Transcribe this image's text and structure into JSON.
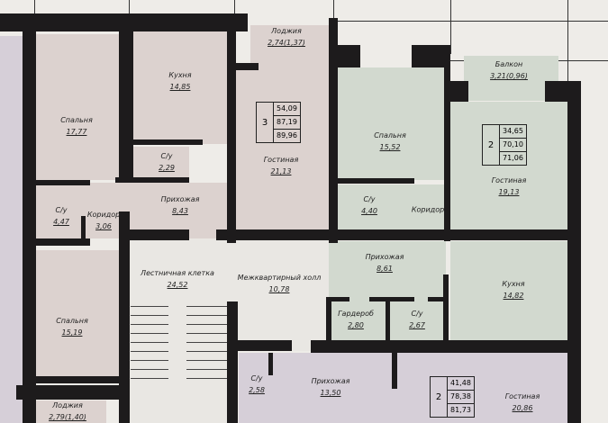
{
  "rooms": {
    "bedroom_a": {
      "name": "Спальня",
      "area": "17,77"
    },
    "kitchen_a": {
      "name": "Кухня",
      "area": "14,85"
    },
    "wc_a": {
      "name": "С/у",
      "area": "2,29"
    },
    "hall_a": {
      "name": "Прихожая",
      "area": "8,43"
    },
    "wc_b": {
      "name": "С/у",
      "area": "4,47"
    },
    "corridor_a": {
      "name": "Коридор",
      "area": "3,06"
    },
    "living_a": {
      "name": "Гостиная",
      "area": "21,13"
    },
    "loggia_a": {
      "name": "Лоджия",
      "area": "2,74(1,37)"
    },
    "bedroom_g": {
      "name": "Спальня",
      "area": "15,52"
    },
    "balcony_g": {
      "name": "Балкон",
      "area": "3,21(0,96)"
    },
    "living_g": {
      "name": "Гостиная",
      "area": "19,13"
    },
    "wc_g": {
      "name": "С/у",
      "area": "4,40"
    },
    "corridor_g": {
      "name": "Коридор",
      "area": ""
    },
    "hall_g": {
      "name": "Прихожая",
      "area": "8,61"
    },
    "wardrobe_g": {
      "name": "Гардероб",
      "area": "2,80"
    },
    "wc_g2": {
      "name": "С/у",
      "area": "2,67"
    },
    "kitchen_g": {
      "name": "Кухня",
      "area": "14,82"
    },
    "stairwell": {
      "name": "Лестничная клетка",
      "area": "24,52"
    },
    "interhall": {
      "name": "Межквартирный холл",
      "area": "10,78"
    },
    "bedroom_c": {
      "name": "Спальня",
      "area": "15,19"
    },
    "loggia_c": {
      "name": "Лоджия",
      "area": "2,79(1,40)"
    },
    "wc_l": {
      "name": "С/у",
      "area": "2,58"
    },
    "hall_l": {
      "name": "Прихожая",
      "area": "13,50"
    },
    "living_l": {
      "name": "Гостиная",
      "area": "20,86"
    }
  },
  "apartments": [
    {
      "rooms": "3",
      "values": [
        "54,09",
        "87,19",
        "89,96"
      ]
    },
    {
      "rooms": "2",
      "values": [
        "34,65",
        "70,10",
        "71,06"
      ]
    },
    {
      "rooms": "2",
      "values": [
        "41,48",
        "78,38",
        "81,73"
      ]
    }
  ],
  "colors": {
    "pink": "#dcd2cf",
    "green": "#d2d9cf",
    "lavender": "#d6cfd8",
    "wall": "#1d1b1c"
  }
}
